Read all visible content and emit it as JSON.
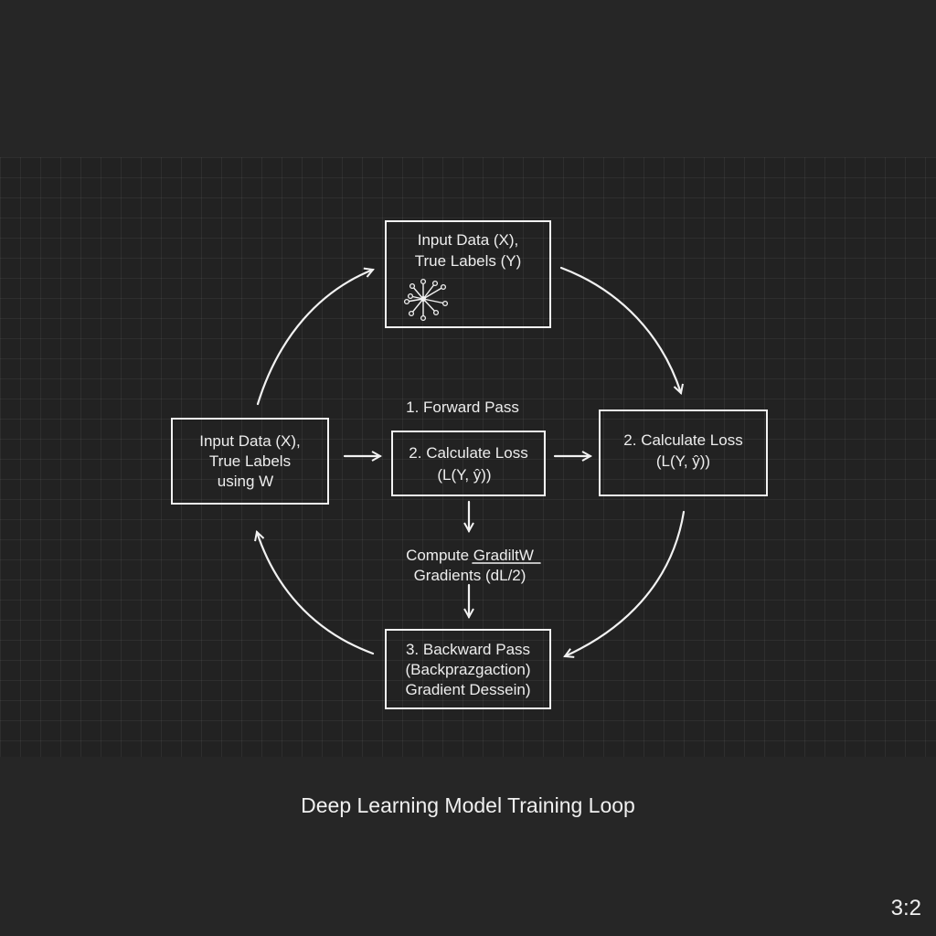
{
  "diagram": {
    "top_box": {
      "line1": "Input Data (X),",
      "line2": "True Labels (Y)",
      "icon": "network-node-icon"
    },
    "left_box": {
      "line1": "Input Data (X),",
      "line2": "True Labels",
      "line3": "using W"
    },
    "forward_label": "1. Forward Pass",
    "center_box": {
      "line1": "2. Calculate Loss",
      "line2": "(L(Y, ŷ))"
    },
    "right_box": {
      "line1": "2. Calculate Loss",
      "line2": "(L(Y, ŷ))"
    },
    "gradient_label": {
      "line1": "Compute GradiltW",
      "line2": "Gradients (dL/2)"
    },
    "bottom_box": {
      "line1": "3. Backward Pass",
      "line2": "(Backprazgaction)",
      "line3": "Gradient Dessein)"
    }
  },
  "caption": "Deep Learning Model Training Loop",
  "aspect_label": "3:2",
  "colors": {
    "background": "#262626",
    "stroke": "#f2f2f2",
    "text": "#ececec"
  }
}
